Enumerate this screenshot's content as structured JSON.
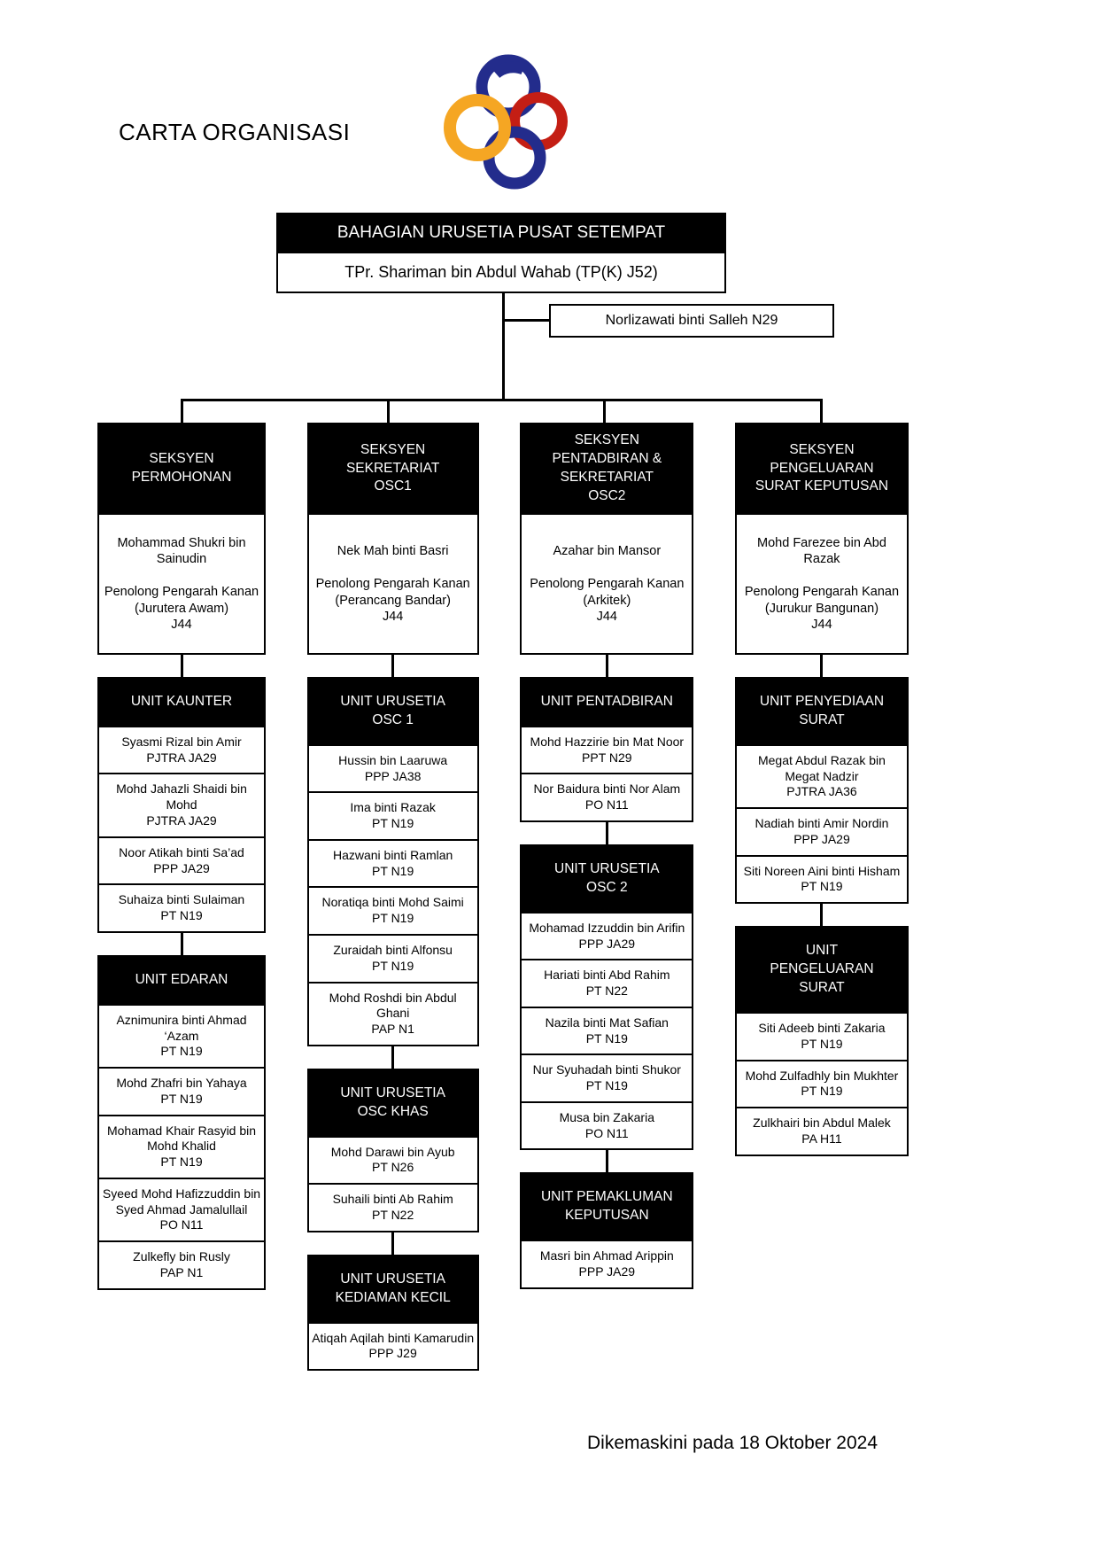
{
  "title": "CARTA ORGANISASI",
  "footer": "Dikemaskini pada 18 Oktober 2024",
  "logo": {
    "name": "osc-rings-logo",
    "colors": {
      "navy": "#232C8C",
      "orange": "#F5A623",
      "red": "#C41E14"
    }
  },
  "root": {
    "department": "BAHAGIAN URUSETIA PUSAT SETEMPAT",
    "head": "TPr. Shariman bin Abdul Wahab  (TP(K) J52)",
    "assistant": "Norlizawati binti Salleh N29"
  },
  "sections": [
    {
      "title_lines": [
        "SEKSYEN",
        "PERMOHONAN"
      ],
      "leader": {
        "name": "Mohammad Shukri bin Sainudin",
        "position": "Penolong Pengarah Kanan (Jurutera Awam)",
        "grade": "J44"
      },
      "units": [
        {
          "title_lines": [
            "UNIT KAUNTER"
          ],
          "members": [
            {
              "name": "Syasmi Rizal bin Amir",
              "grade": "PJTRA JA29"
            },
            {
              "name": "Mohd Jahazli Shaidi bin Mohd",
              "grade": "PJTRA JA29"
            },
            {
              "name": "Noor Atikah binti Sa’ad",
              "grade": "PPP JA29"
            },
            {
              "name": "Suhaiza binti Sulaiman",
              "grade": "PT N19"
            }
          ]
        },
        {
          "title_lines": [
            "UNIT EDARAN"
          ],
          "members": [
            {
              "name": "Aznimunira binti Ahmad ‘Azam",
              "grade": "PT N19"
            },
            {
              "name": "Mohd Zhafri bin Yahaya",
              "grade": "PT N19"
            },
            {
              "name": "Mohamad Khair Rasyid bin Mohd Khalid",
              "grade": "PT N19"
            },
            {
              "name": "Syeed Mohd Hafizzuddin bin Syed Ahmad Jamalullail",
              "grade": "PO N11"
            },
            {
              "name": "Zulkefly bin Rusly",
              "grade": "PAP N1"
            }
          ]
        }
      ]
    },
    {
      "title_lines": [
        "SEKSYEN",
        "SEKRETARIAT",
        "OSC1"
      ],
      "leader": {
        "name": "Nek Mah binti Basri",
        "position": "Penolong Pengarah Kanan (Perancang Bandar)",
        "grade": "J44"
      },
      "units": [
        {
          "title_lines": [
            "UNIT URUSETIA",
            "OSC 1"
          ],
          "members": [
            {
              "name": "Hussin bin Laaruwa",
              "grade": "PPP JA38"
            },
            {
              "name": "Ima binti Razak",
              "grade": "PT N19"
            },
            {
              "name": "Hazwani binti Ramlan",
              "grade": "PT N19"
            },
            {
              "name": "Noratiqa binti Mohd Saimi",
              "grade": "PT N19"
            },
            {
              "name": "Zuraidah binti Alfonsu",
              "grade": "PT N19"
            },
            {
              "name": "Mohd Roshdi bin Abdul Ghani",
              "grade": "PAP N1"
            }
          ]
        },
        {
          "title_lines": [
            "UNIT URUSETIA",
            "OSC KHAS"
          ],
          "members": [
            {
              "name": "Mohd Darawi bin Ayub",
              "grade": "PT N26"
            },
            {
              "name": "Suhaili binti Ab Rahim",
              "grade": "PT N22"
            }
          ]
        },
        {
          "title_lines": [
            "UNIT URUSETIA",
            "KEDIAMAN KECIL"
          ],
          "members": [
            {
              "name": "Atiqah Aqilah binti Kamarudin",
              "grade": "PPP J29"
            }
          ]
        }
      ]
    },
    {
      "title_lines": [
        "SEKSYEN",
        "PENTADBIRAN &",
        "SEKRETARIAT",
        "OSC2"
      ],
      "leader": {
        "name": "Azahar bin Mansor",
        "position": "Penolong Pengarah Kanan (Arkitek)",
        "grade": "J44"
      },
      "units": [
        {
          "title_lines": [
            "UNIT PENTADBIRAN"
          ],
          "members": [
            {
              "name": "Mohd Hazzirie bin Mat Noor",
              "grade": "PPT N29"
            },
            {
              "name": "Nor Baidura binti Nor Alam",
              "grade": "PO N11"
            }
          ]
        },
        {
          "title_lines": [
            "UNIT URUSETIA",
            "OSC 2"
          ],
          "members": [
            {
              "name": "Mohamad Izzuddin bin Arifin",
              "grade": "PPP JA29"
            },
            {
              "name": "Hariati binti Abd Rahim",
              "grade": "PT N22"
            },
            {
              "name": "Nazila binti Mat Safian",
              "grade": "PT N19"
            },
            {
              "name": "Nur Syuhadah binti Shukor",
              "grade": "PT N19"
            },
            {
              "name": "Musa bin Zakaria",
              "grade": "PO N11"
            }
          ]
        },
        {
          "title_lines": [
            "UNIT PEMAKLUMAN",
            "KEPUTUSAN"
          ],
          "members": [
            {
              "name": "Masri bin Ahmad Arippin",
              "grade": "PPP JA29"
            }
          ]
        }
      ]
    },
    {
      "title_lines": [
        "SEKSYEN",
        "PENGELUARAN",
        "SURAT KEPUTUSAN"
      ],
      "leader": {
        "name": "Mohd Farezee bin Abd Razak",
        "position": "Penolong Pengarah Kanan (Jurukur Bangunan)",
        "grade": "J44"
      },
      "units": [
        {
          "title_lines": [
            "UNIT PENYEDIAAN",
            "SURAT"
          ],
          "members": [
            {
              "name": "Megat Abdul Razak bin Megat Nadzir",
              "grade": "PJTRA JA36"
            },
            {
              "name": "Nadiah binti Amir Nordin",
              "grade": "PPP JA29"
            },
            {
              "name": "Siti Noreen Aini binti Hisham",
              "grade": "PT N19"
            }
          ]
        },
        {
          "title_lines": [
            "UNIT",
            "PENGELUARAN",
            "SURAT"
          ],
          "members": [
            {
              "name": "Siti Adeeb binti Zakaria",
              "grade": "PT N19"
            },
            {
              "name": "Mohd Zulfadhly bin Mukhter",
              "grade": "PT N19"
            },
            {
              "name": "Zulkhairi bin Abdul Malek",
              "grade": "PA H11"
            }
          ]
        }
      ]
    }
  ]
}
